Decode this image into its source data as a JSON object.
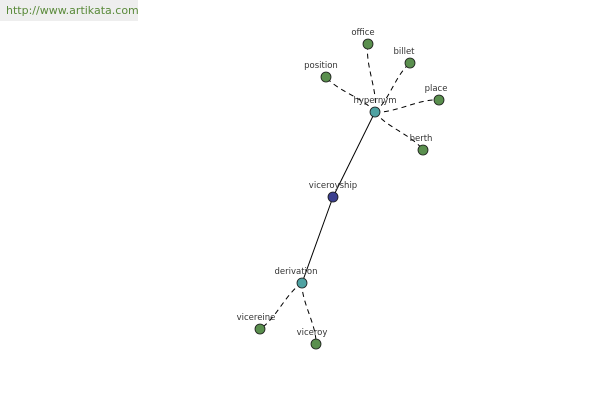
{
  "watermark": {
    "url": "http://www.artikata.com"
  },
  "colors": {
    "leaf": "#5a8f4e",
    "hub": "#4fa2a2",
    "center": "#3b3f8f",
    "edge": "#000000"
  },
  "graph": {
    "nodes": [
      {
        "id": "viceroyship",
        "label": "viceroyship",
        "kind": "center"
      },
      {
        "id": "hypernym",
        "label": "hypernym",
        "kind": "hub"
      },
      {
        "id": "derivation",
        "label": "derivation",
        "kind": "hub"
      },
      {
        "id": "office",
        "label": "office",
        "kind": "leaf"
      },
      {
        "id": "billet",
        "label": "billet",
        "kind": "leaf"
      },
      {
        "id": "position",
        "label": "position",
        "kind": "leaf"
      },
      {
        "id": "place",
        "label": "place",
        "kind": "leaf"
      },
      {
        "id": "berth",
        "label": "berth",
        "kind": "leaf"
      },
      {
        "id": "vicereine",
        "label": "vicereine",
        "kind": "leaf"
      },
      {
        "id": "viceroy",
        "label": "viceroy",
        "kind": "leaf"
      }
    ],
    "edges": [
      {
        "from": "viceroyship",
        "to": "hypernym",
        "style": "solid"
      },
      {
        "from": "viceroyship",
        "to": "derivation",
        "style": "solid"
      },
      {
        "from": "hypernym",
        "to": "office",
        "style": "dashed"
      },
      {
        "from": "hypernym",
        "to": "billet",
        "style": "dashed"
      },
      {
        "from": "hypernym",
        "to": "position",
        "style": "dashed"
      },
      {
        "from": "hypernym",
        "to": "place",
        "style": "dashed"
      },
      {
        "from": "hypernym",
        "to": "berth",
        "style": "dashed"
      },
      {
        "from": "derivation",
        "to": "vicereine",
        "style": "dashed"
      },
      {
        "from": "derivation",
        "to": "viceroy",
        "style": "dashed"
      }
    ]
  }
}
